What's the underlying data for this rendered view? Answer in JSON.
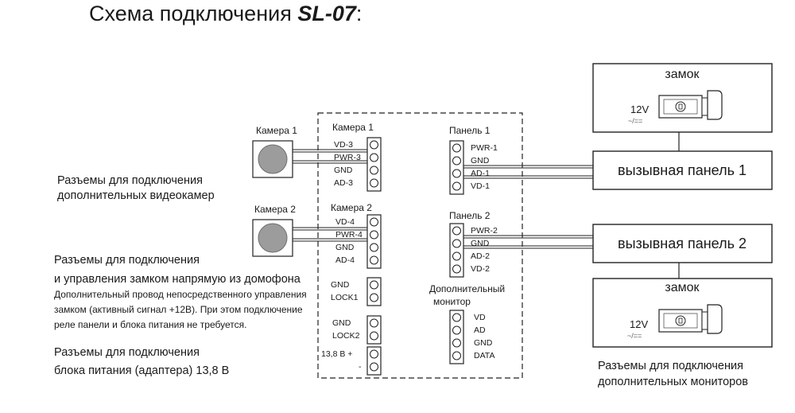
{
  "title": {
    "prefix": "Схема подключения ",
    "model": "SL-07",
    "suffix": ":"
  },
  "notes": {
    "cameras": [
      "Разъемы для подключения",
      "дополнительных видеокамер"
    ],
    "lock": [
      "Разъемы для подключения",
      "и управления замком напрямую из домофона"
    ],
    "lock_detail": [
      "Дополнительный провод непосредственного управления",
      "замком (активный сигнал +12В). При этом подключение",
      "реле панели и блока питания не требуется."
    ],
    "power": [
      "Разъемы для подключения",
      "блока питания (адаптера) 13,8 В"
    ],
    "monitors": [
      "Разъемы для подключения",
      "дополнительных мониторов"
    ]
  },
  "camera1": {
    "label": "Камера 1"
  },
  "camera2": {
    "label": "Камера 2"
  },
  "unit": {
    "cam1": {
      "title": "Камера 1",
      "pins": [
        "VD-3",
        "PWR-3",
        "GND",
        "AD-3"
      ]
    },
    "cam2": {
      "title": "Камера 2",
      "pins": [
        "VD-4",
        "PWR-4",
        "GND",
        "AD-4"
      ]
    },
    "lock1": {
      "pins": [
        "GND",
        "LOCK1"
      ]
    },
    "lock2": {
      "pins": [
        "GND",
        "LOCK2"
      ]
    },
    "power": {
      "pins": [
        "13,8 В +",
        "-"
      ]
    },
    "panel1": {
      "title": "Панель 1",
      "pins": [
        "PWR-1",
        "GND",
        "AD-1",
        "VD-1"
      ]
    },
    "panel2": {
      "title": "Панель 2",
      "pins": [
        "PWR-2",
        "GND",
        "AD-2",
        "VD-2"
      ]
    },
    "monitor": {
      "title": [
        "Дополнительный",
        "монитор"
      ],
      "pins": [
        "VD",
        "AD",
        "GND",
        "DATA"
      ]
    }
  },
  "lock_box1": {
    "label": "замок",
    "voltage": "12V",
    "symbol": "~/=="
  },
  "lock_box2": {
    "label": "замок",
    "voltage": "12V",
    "symbol": "~/=="
  },
  "call_panel1": {
    "label": "вызывная панель 1"
  },
  "call_panel2": {
    "label": "вызывная панель 2"
  }
}
